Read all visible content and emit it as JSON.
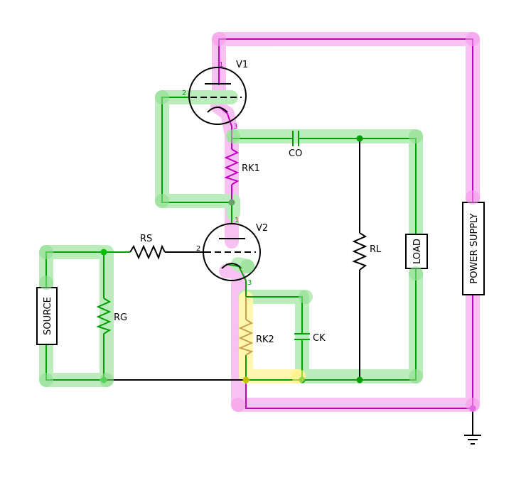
{
  "colors": {
    "wire_black": "#000000",
    "wire_green": "#00a000",
    "wire_magenta": "#c000c0",
    "highlight_green": "#8fe08f",
    "highlight_magenta": "#f39be9",
    "highlight_yellow": "#fff27a"
  },
  "components": {
    "v1": {
      "label": "V1",
      "pin_plate": "1",
      "pin_grid": "2",
      "pin_cathode": "3"
    },
    "v2": {
      "label": "V2",
      "pin_plate": "1",
      "pin_grid": "2",
      "pin_cathode": "3"
    },
    "co": {
      "label": "CO"
    },
    "rk1": {
      "label": "RK1"
    },
    "rs": {
      "label": "RS"
    },
    "rg": {
      "label": "RG"
    },
    "rk2": {
      "label": "RK2"
    },
    "ck": {
      "label": "CK"
    },
    "rl": {
      "label": "RL"
    },
    "load": {
      "label": "LOAD"
    },
    "source": {
      "label": "SOURCE"
    },
    "power_supply": {
      "label": "POWER SUPPLY"
    }
  },
  "icons": [
    "ground-icon"
  ]
}
